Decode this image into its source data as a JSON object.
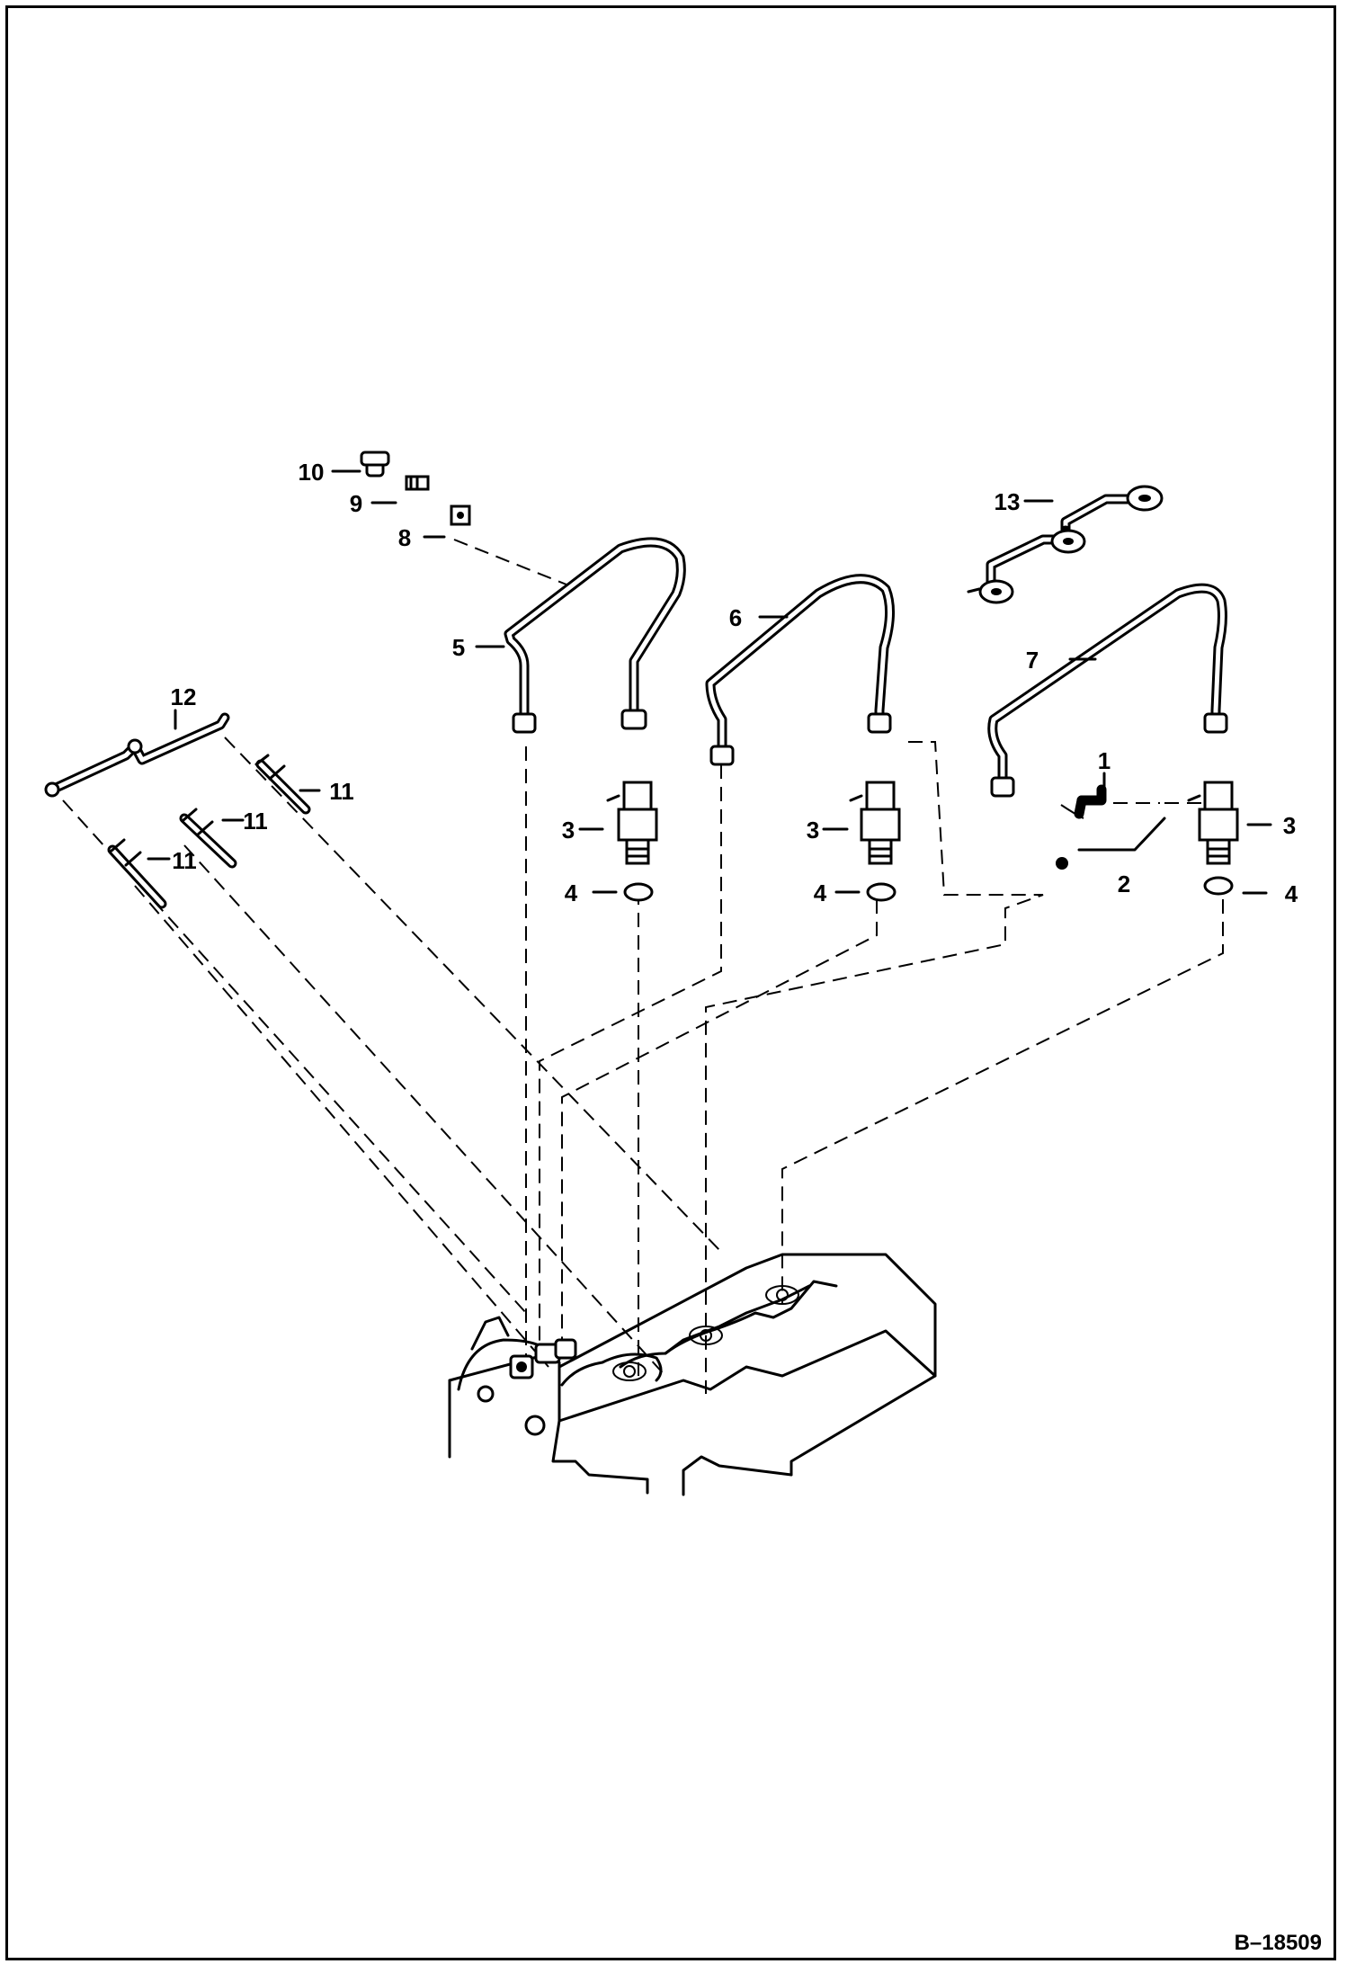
{
  "diagram": {
    "reference": "B–18509",
    "callouts": [
      {
        "id": "c1",
        "number": "1"
      },
      {
        "id": "c2",
        "number": "2"
      },
      {
        "id": "c3a",
        "number": "3"
      },
      {
        "id": "c3b",
        "number": "3"
      },
      {
        "id": "c3c",
        "number": "3"
      },
      {
        "id": "c4a",
        "number": "4"
      },
      {
        "id": "c4b",
        "number": "4"
      },
      {
        "id": "c4c",
        "number": "4"
      },
      {
        "id": "c5",
        "number": "5"
      },
      {
        "id": "c6",
        "number": "6"
      },
      {
        "id": "c7",
        "number": "7"
      },
      {
        "id": "c8",
        "number": "8"
      },
      {
        "id": "c9",
        "number": "9"
      },
      {
        "id": "c10",
        "number": "10"
      },
      {
        "id": "c11a",
        "number": "11"
      },
      {
        "id": "c11b",
        "number": "11"
      },
      {
        "id": "c11c",
        "number": "11"
      },
      {
        "id": "c12",
        "number": "12"
      },
      {
        "id": "c13",
        "number": "13"
      }
    ]
  }
}
